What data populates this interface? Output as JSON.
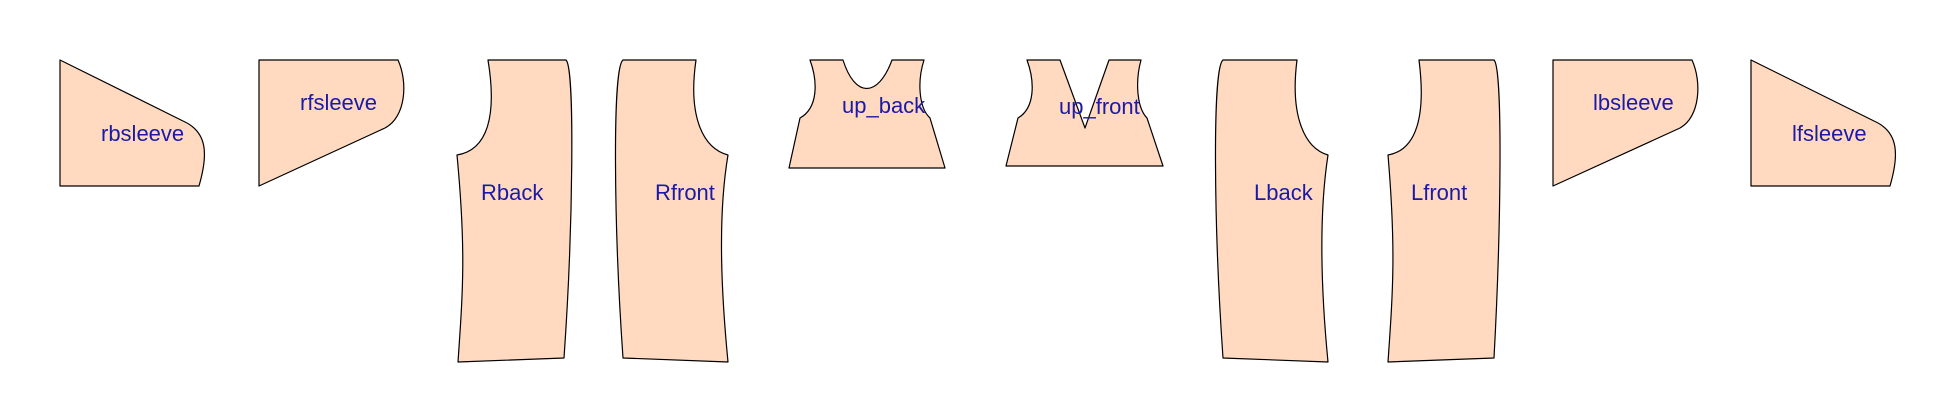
{
  "diagram": {
    "background_color": "#ffffff",
    "piece_fill_color": "#ffdac0",
    "piece_stroke_color": "#000000",
    "label_color": "#1a1aa6",
    "pieces": [
      {
        "id": "rbsleeve",
        "label": "rbsleeve"
      },
      {
        "id": "rfsleeve",
        "label": "rfsleeve"
      },
      {
        "id": "Rback",
        "label": "Rback"
      },
      {
        "id": "Rfront",
        "label": "Rfront"
      },
      {
        "id": "up_back",
        "label": "up_back"
      },
      {
        "id": "up_front",
        "label": "up_front"
      },
      {
        "id": "Lback",
        "label": "Lback"
      },
      {
        "id": "Lfront",
        "label": "Lfront"
      },
      {
        "id": "lbsleeve",
        "label": "lbsleeve"
      },
      {
        "id": "lfsleeve",
        "label": "lfsleeve"
      }
    ]
  }
}
